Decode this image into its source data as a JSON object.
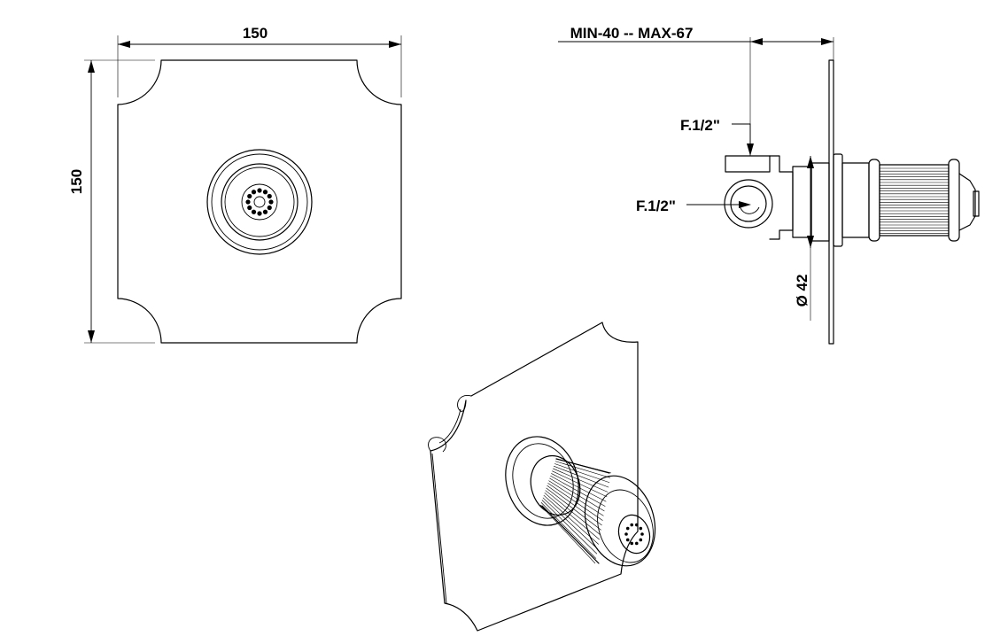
{
  "front_view": {
    "width_label": "150",
    "height_label": "150"
  },
  "side_view": {
    "depth_label": "MIN-40 -- MAX-67",
    "connection_top_label": "F.1/2\"",
    "connection_side_label": "F.1/2\"",
    "diameter_label": "Ø 42"
  }
}
